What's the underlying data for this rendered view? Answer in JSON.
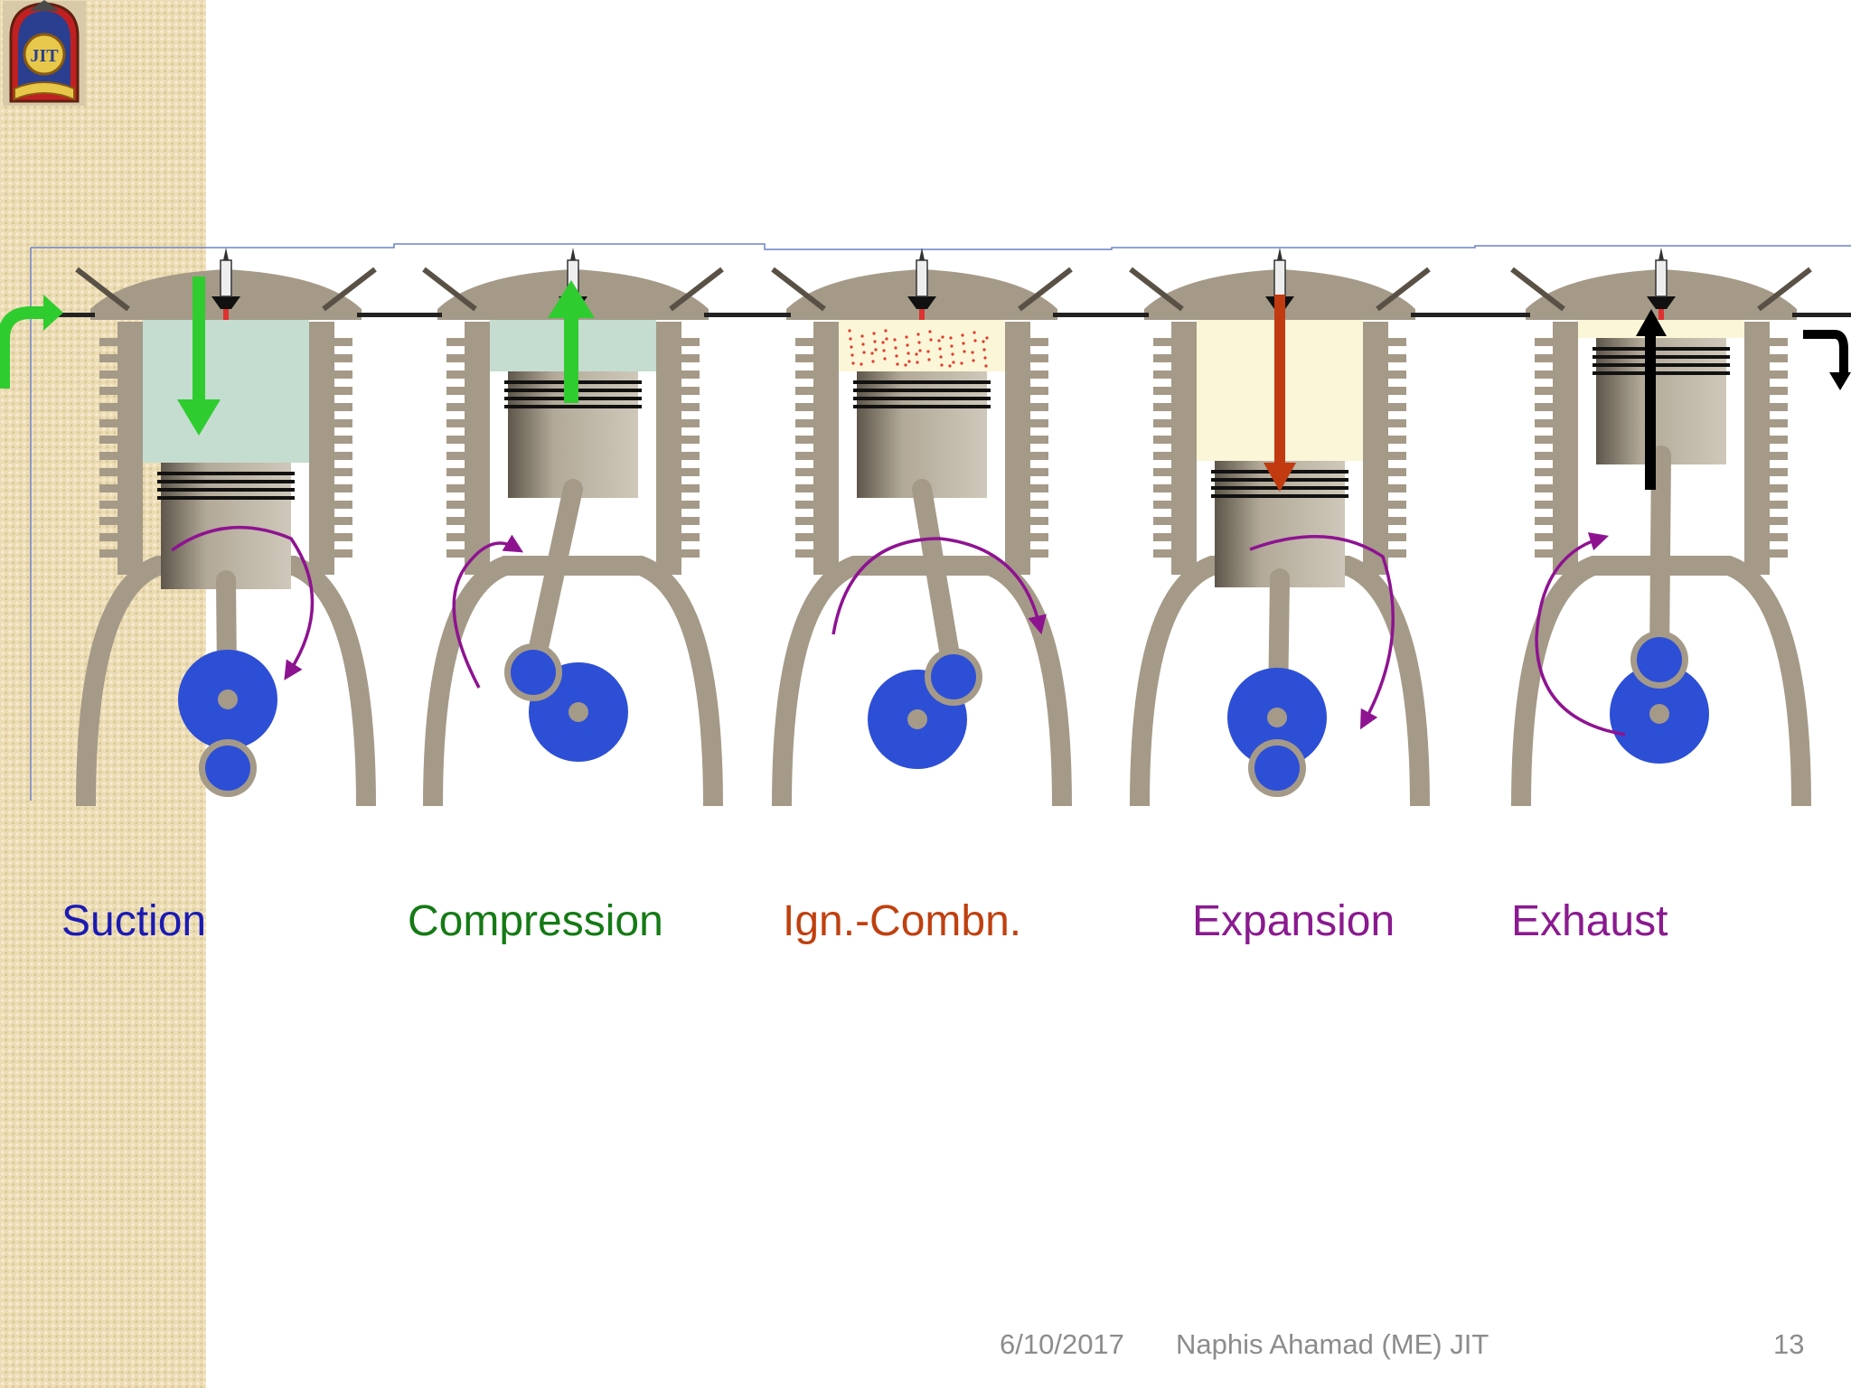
{
  "slide": {
    "stages": [
      {
        "label": "Suction",
        "color": "#1a1ab4"
      },
      {
        "label": "Compression",
        "color": "#157a15"
      },
      {
        "label": "Ign.-Combn.",
        "color": "#c0400f"
      },
      {
        "label": "Expansion",
        "color": "#8a1a8f"
      },
      {
        "label": "Exhaust",
        "color": "#8a1a8f"
      }
    ],
    "footer": {
      "date": "6/10/2017",
      "author": "Naphis Ahamad (ME) JIT",
      "page": "13"
    }
  },
  "logo": {
    "text": "JIT"
  },
  "colors": {
    "engine_body": "#a59a88",
    "fresh_charge": "#c4ddd0",
    "burnt_gas": "#fbf6d8",
    "crank": "#2d4fd6",
    "rotation_arrow": "#8e1391",
    "arrow_suction": "#2fcc2f",
    "arrow_expansion": "#c23a10",
    "arrow_exhaust": "#000000"
  }
}
